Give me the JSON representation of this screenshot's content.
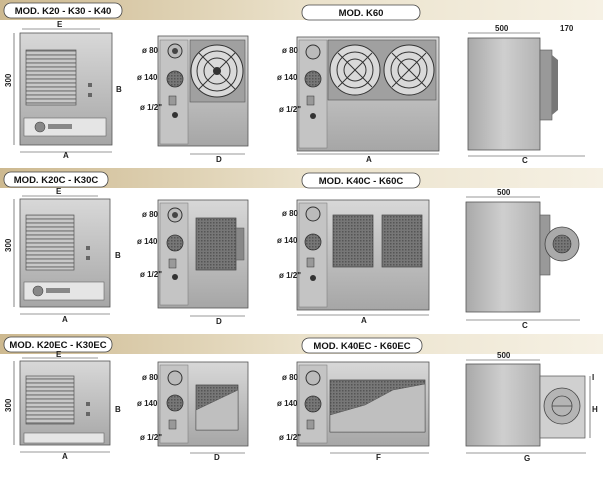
{
  "sections": [
    {
      "id": "std",
      "left_model": "MOD. K20 - K30 - K40",
      "right_model": "MOD.  K60",
      "dims": {
        "E": "E",
        "height_300": "300",
        "B": "B",
        "A_left": "A",
        "phi80": "ø 80",
        "phi140": "ø 140",
        "half": "ø 1/2\"",
        "D": "D",
        "A_right": "A",
        "w500": "500",
        "w170": "170",
        "C": "C"
      }
    },
    {
      "id": "c",
      "left_model": "MOD. K20C - K30C",
      "right_model": "MOD.  K40C - K60C",
      "dims": {
        "E": "E",
        "height_300": "300",
        "B": "B",
        "A_left": "A",
        "phi80": "ø 80",
        "phi140": "ø 140",
        "half": "ø 1/2\"",
        "D": "D",
        "A_right": "A",
        "w500": "500",
        "C": "C"
      }
    },
    {
      "id": "ec",
      "left_model": "MOD. K20EC - K30EC",
      "right_model": "MOD.  K40EC - K60EC",
      "dims": {
        "E": "E",
        "height_300": "300",
        "B": "B",
        "A_left": "A",
        "phi80": "ø 80",
        "phi140": "ø 140",
        "half": "ø 1/2\"",
        "D": "D",
        "F": "F",
        "w500": "500",
        "I": "I",
        "H": "H",
        "G": "G"
      }
    }
  ],
  "colors": {
    "band": "#e6dcc4",
    "band_dark": "#c9b892",
    "body": "#bcbcbc",
    "body_dark": "#8f8f8f",
    "panel": "#d9d9d9"
  }
}
